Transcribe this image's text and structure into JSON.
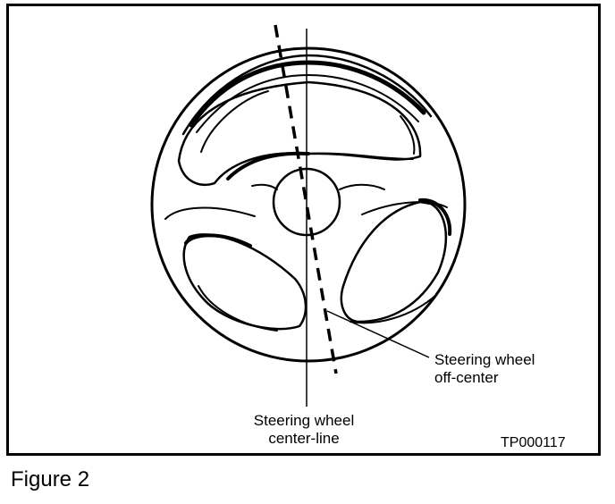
{
  "figure": {
    "caption": "Figure 2",
    "code": "TP000117"
  },
  "labels": {
    "centerline_line1": "Steering wheel",
    "centerline_line2": "center-line",
    "offcenter_line1": "Steering wheel",
    "offcenter_line2": "off-center"
  },
  "icons": {
    "wheel": "steering-wheel-icon"
  }
}
